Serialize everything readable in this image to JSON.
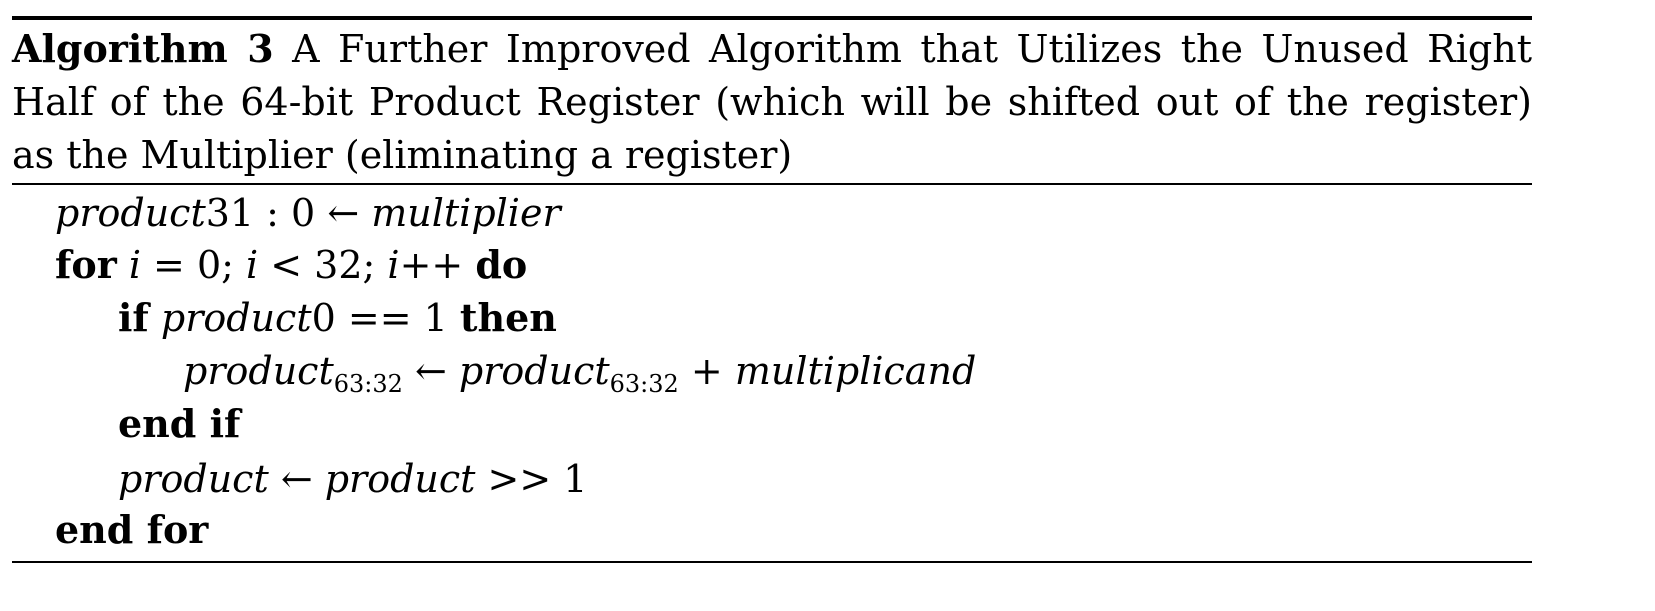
{
  "algorithm": {
    "label": "Algorithm 3",
    "caption": "A Further Improved Algorithm that Utilizes the Unused Right Half of the 64-bit Product Register (which will be shifted out of the register) as the Multiplier (eliminating a register)"
  },
  "lines": {
    "l1": {
      "lhs": "product",
      "lhs_idx": "31 : 0",
      "arrow": " ← ",
      "rhs": "multiplier"
    },
    "l2": {
      "kw_for": "for",
      "init_var": "i",
      "init": " = 0; ",
      "cond_var": "i",
      "cond": " < 32; ",
      "inc_var": "i",
      "inc": "++ ",
      "kw_do": "do"
    },
    "l3": {
      "kw_if": "if",
      "var": "product",
      "cond": "0 == 1 ",
      "kw_then": "then"
    },
    "l4": {
      "lhs": "product",
      "lhs_sub": "63:32",
      "arrow": " ← ",
      "rhs": "product",
      "rhs_sub": "63:32",
      "plus": " + ",
      "operand": "multiplicand"
    },
    "l5": {
      "kw": "end if"
    },
    "l6": {
      "lhs": "product",
      "arrow": " ← ",
      "rhs": "product",
      "shift": " >> 1"
    },
    "l7": {
      "kw": "end for"
    }
  }
}
